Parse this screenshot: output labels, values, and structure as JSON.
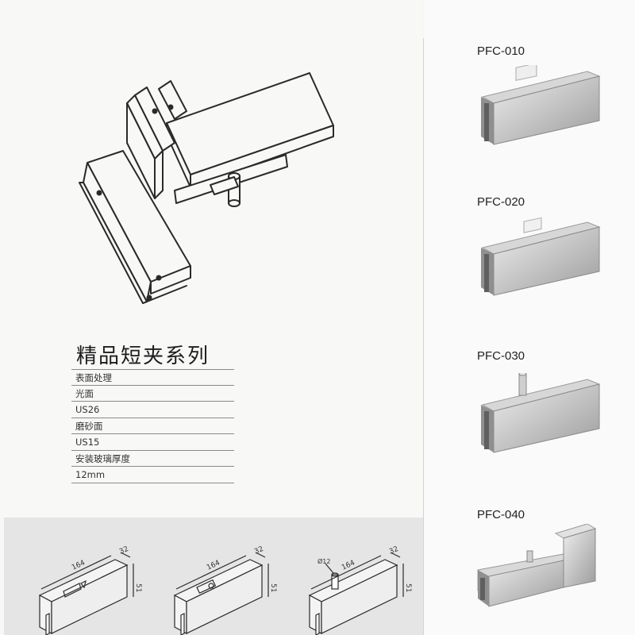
{
  "series": {
    "title": "精品短夹系列"
  },
  "specs": [
    {
      "text": "表面处理"
    },
    {
      "text": "光面"
    },
    {
      "text": "US26"
    },
    {
      "text": "磨砂面"
    },
    {
      "text": "US15"
    },
    {
      "text": "安装玻璃厚度"
    },
    {
      "text": "12mm"
    }
  ],
  "products": [
    {
      "model": "PFC-010"
    },
    {
      "model": "PFC-020"
    },
    {
      "model": "PFC-030"
    },
    {
      "model": "PFC-040"
    }
  ],
  "dimensions": {
    "length": "164",
    "height": "51",
    "depth": "32",
    "pin": "Ø12"
  },
  "colors": {
    "steel_light": "#e4e4e4",
    "steel_mid": "#b9b9b9",
    "steel_dark": "#7d7d7d",
    "line": "#2a2a2a"
  }
}
